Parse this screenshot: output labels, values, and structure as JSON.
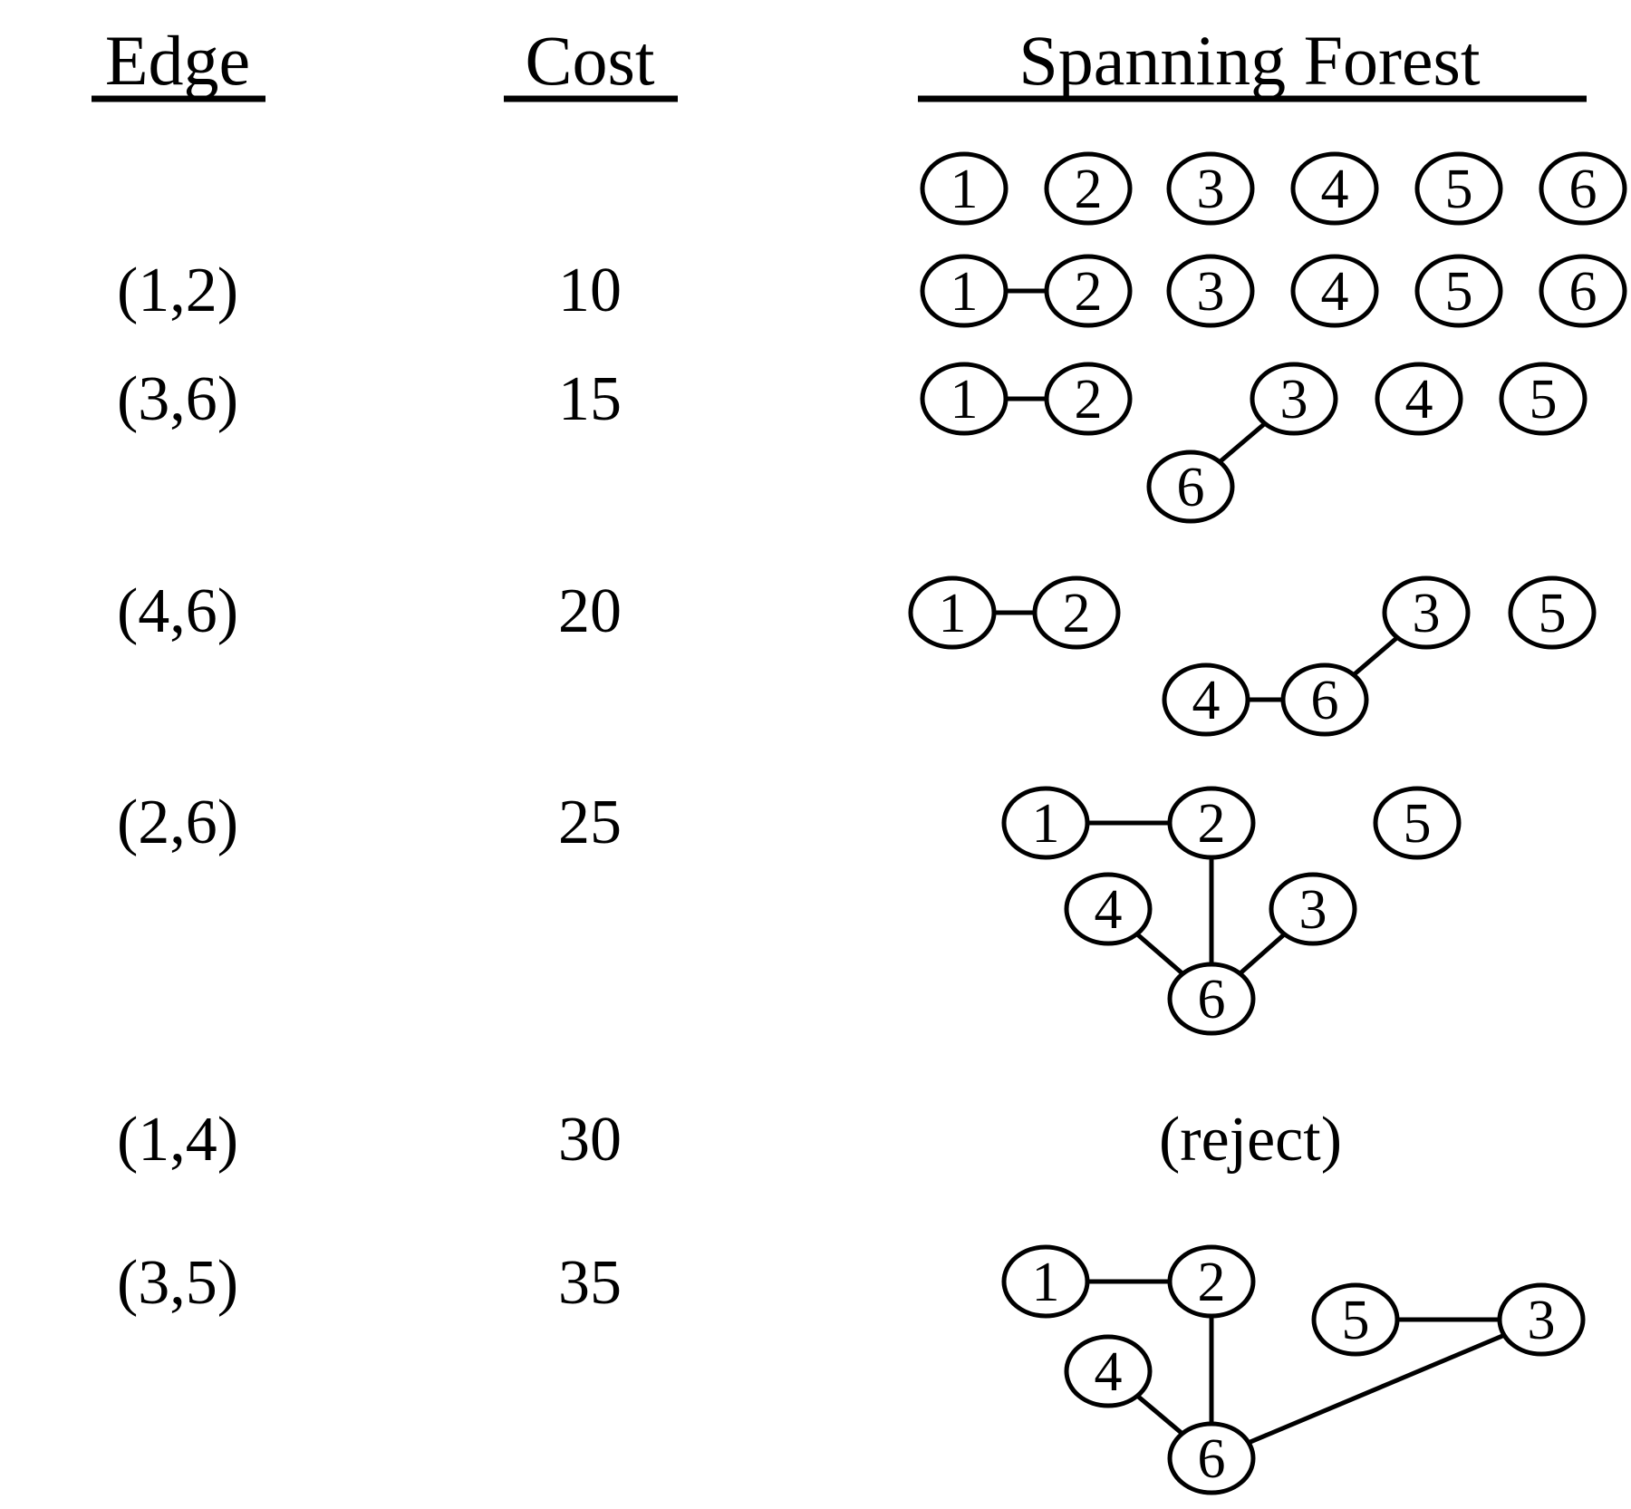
{
  "headers": {
    "edge": "Edge",
    "cost": "Cost",
    "forest": "Spanning Forest"
  },
  "rows": [
    {
      "edge": "",
      "cost": "",
      "nodes": [
        {
          "label": "1"
        },
        {
          "label": "2"
        },
        {
          "label": "3"
        },
        {
          "label": "4"
        },
        {
          "label": "5"
        },
        {
          "label": "6"
        }
      ],
      "edges": []
    },
    {
      "edge": "(1,2)",
      "cost": "10",
      "nodes": [
        {
          "label": "1"
        },
        {
          "label": "2"
        },
        {
          "label": "3"
        },
        {
          "label": "4"
        },
        {
          "label": "5"
        },
        {
          "label": "6"
        }
      ],
      "edges": [
        [
          "1",
          "2"
        ]
      ]
    },
    {
      "edge": "(3,6)",
      "cost": "15",
      "nodes": [
        {
          "label": "1"
        },
        {
          "label": "2"
        },
        {
          "label": "3"
        },
        {
          "label": "4"
        },
        {
          "label": "5"
        },
        {
          "label": "6"
        }
      ],
      "edges": [
        [
          "1",
          "2"
        ],
        [
          "3",
          "6"
        ]
      ]
    },
    {
      "edge": "(4,6)",
      "cost": "20",
      "nodes": [
        {
          "label": "1"
        },
        {
          "label": "2"
        },
        {
          "label": "3"
        },
        {
          "label": "5"
        },
        {
          "label": "4"
        },
        {
          "label": "6"
        }
      ],
      "edges": [
        [
          "1",
          "2"
        ],
        [
          "4",
          "6"
        ],
        [
          "6",
          "3"
        ]
      ]
    },
    {
      "edge": "(2,6)",
      "cost": "25",
      "nodes": [
        {
          "label": "1"
        },
        {
          "label": "2"
        },
        {
          "label": "5"
        },
        {
          "label": "4"
        },
        {
          "label": "3"
        },
        {
          "label": "6"
        }
      ],
      "edges": [
        [
          "1",
          "2"
        ],
        [
          "2",
          "6"
        ],
        [
          "4",
          "6"
        ],
        [
          "3",
          "6"
        ]
      ]
    },
    {
      "edge": "(1,4)",
      "cost": "30",
      "note": "(reject)",
      "nodes": [],
      "edges": []
    },
    {
      "edge": "(3,5)",
      "cost": "35",
      "nodes": [
        {
          "label": "1"
        },
        {
          "label": "2"
        },
        {
          "label": "5"
        },
        {
          "label": "3"
        },
        {
          "label": "4"
        },
        {
          "label": "6"
        }
      ],
      "edges": [
        [
          "1",
          "2"
        ],
        [
          "5",
          "3"
        ],
        [
          "2",
          "6"
        ],
        [
          "4",
          "6"
        ],
        [
          "6",
          "3"
        ]
      ]
    }
  ]
}
